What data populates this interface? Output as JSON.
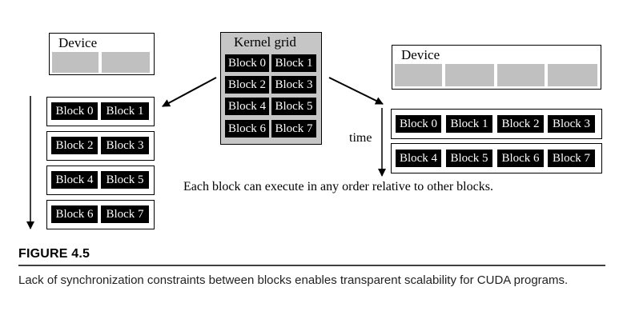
{
  "device_left": {
    "title": "Device",
    "rows": [
      [
        "Block 0",
        "Block 1"
      ],
      [
        "Block 2",
        "Block 3"
      ],
      [
        "Block 4",
        "Block 5"
      ],
      [
        "Block 6",
        "Block 7"
      ]
    ]
  },
  "kernel_grid": {
    "title": "Kernel grid",
    "blocks": [
      [
        "Block 0",
        "Block 1"
      ],
      [
        "Block 2",
        "Block 3"
      ],
      [
        "Block 4",
        "Block 5"
      ],
      [
        "Block 6",
        "Block 7"
      ]
    ]
  },
  "device_right": {
    "title": "Device",
    "rows": [
      [
        "Block 0",
        "Block 1",
        "Block 2",
        "Block 3"
      ],
      [
        "Block 4",
        "Block 5",
        "Block 6",
        "Block 7"
      ]
    ]
  },
  "time_label": "time",
  "note": "Each block can execute in any order relative to other blocks.",
  "figure": {
    "label": "FIGURE 4.5",
    "caption": "Lack of synchronization constraints between blocks enables transparent scalability for CUDA programs."
  }
}
